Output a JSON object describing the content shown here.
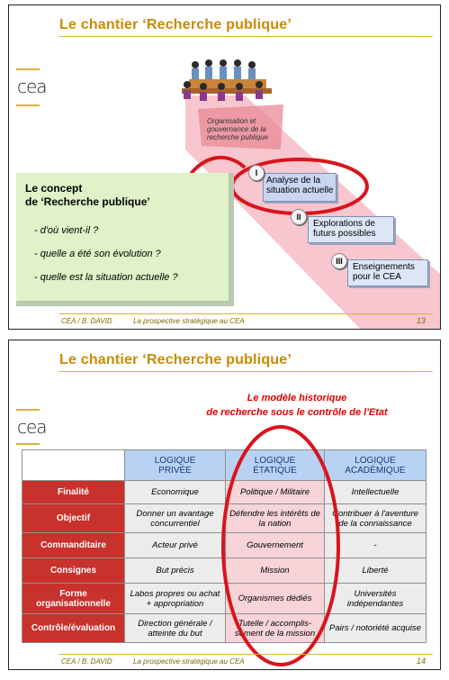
{
  "slide1": {
    "title": "Le chantier ‘Recherche publique’",
    "logo": "cea",
    "pink_note": "Organisation et gouvernance de la recherche publique",
    "concept": {
      "title_line1": "Le concept",
      "title_line2": "de ‘Recherche publique’",
      "questions": [
        "- d'où vient-il ?",
        "- quelle a été son évolution ?",
        "- quelle est la situation actuelle ?"
      ]
    },
    "stages": [
      {
        "roman": "I",
        "label_line1": "Analyse de la",
        "label_line2": "situation actuelle"
      },
      {
        "roman": "II",
        "label_line1": "Explorations de",
        "label_line2": "futurs possibles"
      },
      {
        "roman": "III",
        "label_line1": "Enseignements",
        "label_line2": "pour le CEA"
      }
    ],
    "footer_author": "CEA / B. DAVID",
    "footer_subtitle": "La prospective stratégique au CEA",
    "page": "13"
  },
  "slide2": {
    "title": "Le chantier ‘Recherche publique’",
    "logo": "cea",
    "caption_line1": "Le modèle historique",
    "caption_line2": "de recherche sous le contrôle de l'Etat",
    "columns": [
      {
        "line1": "LOGIQUE",
        "line2": "PRIVÉE"
      },
      {
        "line1": "LOGIQUE",
        "line2": "ÉTATIQUE"
      },
      {
        "line1": "LOGIQUE",
        "line2": "ACADÉMIQUE"
      }
    ],
    "rows": [
      {
        "header": "Finalité",
        "cells": [
          "Economique",
          "Politique / Militaire",
          "Intellectuelle"
        ]
      },
      {
        "header": "Objectif",
        "cells": [
          "Donner un avantage concurrentiel",
          "Défendre les intérêts de la nation",
          "Contribuer à l'aventure de la connaissance"
        ]
      },
      {
        "header": "Commanditaire",
        "cells": [
          "Acteur privé",
          "Gouvernement",
          "-"
        ]
      },
      {
        "header": "Consignes",
        "cells": [
          "But précis",
          "Mission",
          "Liberté"
        ]
      },
      {
        "header": "Forme organisationnelle",
        "cells": [
          "Labos propres ou achat + appropriation",
          "Organismes dédiés",
          "Universités indépendantes"
        ]
      },
      {
        "header": "Contrôle/évaluation",
        "cells": [
          "Direction générale / atteinte du but",
          "Tutelle / accomplis-sement de la mission",
          "Pairs / notoriété acquise"
        ]
      }
    ],
    "footer_author": "CEA / B. DAVID",
    "footer_subtitle": "La prospective stratégique au CEA",
    "page": "14"
  }
}
